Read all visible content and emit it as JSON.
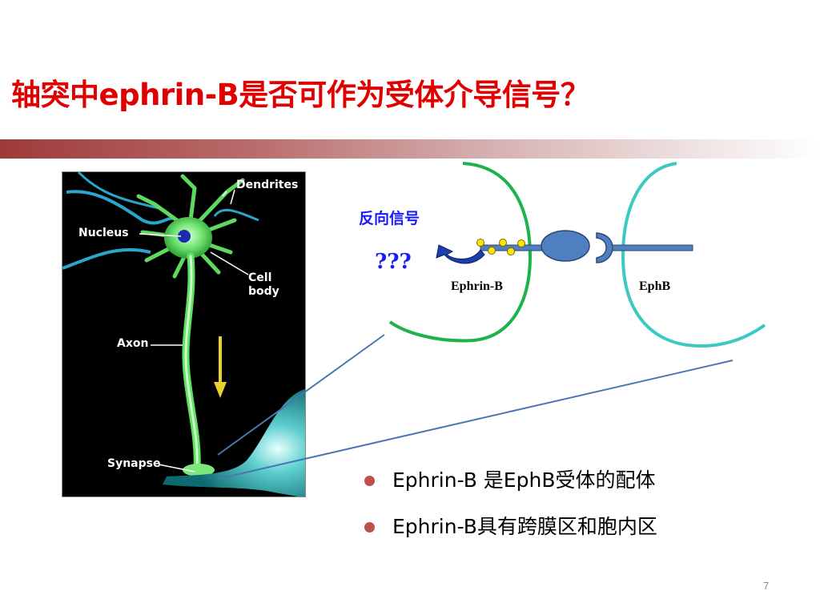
{
  "slide": {
    "title": "轴突中ephrin-B是否可作为受体介导信号？",
    "page_number": "7"
  },
  "neuron_image": {
    "labels": {
      "dendrites": "Dendrites",
      "nucleus": "Nucleus",
      "cell_body": "Cell\nbody",
      "axon": "Axon",
      "synapse": "Synapse"
    }
  },
  "diagram": {
    "reverse_signal": "反向信号",
    "question": "???",
    "ephrin_label": "Ephrin-B",
    "ephb_label": "EphB"
  },
  "bullets": [
    "Ephrin-B 是EphB受体的配体",
    "Ephrin-B具有跨膜区和胞内区"
  ],
  "colors": {
    "title": "#e00000",
    "bullet": "#c0504d",
    "ephrin_membrane": "#1db34a",
    "ephb_membrane": "#3cc8c3",
    "protein": "#4f7fc0",
    "annotation": "#1a1aff"
  }
}
